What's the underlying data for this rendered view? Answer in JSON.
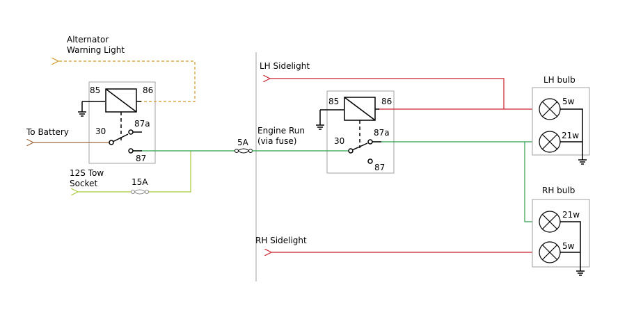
{
  "labels": {
    "alternator_line1": "Alternator",
    "alternator_line2": "Warning Light",
    "to_battery": "To Battery",
    "tow_socket_line1": "12S Tow",
    "tow_socket_line2": "Socket",
    "fuse_15a": "15A",
    "fuse_5a": "5A",
    "engine_run_line1": "Engine Run",
    "engine_run_line2": "(via fuse)",
    "lh_sidelight": "LH Sidelight",
    "rh_sidelight": "RH Sidelight",
    "lh_bulb": "LH bulb",
    "rh_bulb": "RH bulb"
  },
  "relay_left": {
    "pin85": "85",
    "pin86": "86",
    "pin30": "30",
    "pin87a": "87a",
    "pin87": "87"
  },
  "relay_right": {
    "pin85": "85",
    "pin86": "86",
    "pin30": "30",
    "pin87a": "87a",
    "pin87": "87"
  },
  "lh_bulb_ratings": {
    "top": "5w",
    "bottom": "21w"
  },
  "rh_bulb_ratings": {
    "top": "21w",
    "bottom": "5w"
  },
  "colors": {
    "brown": "#a06a40",
    "orange_dashed": "#d09a1e",
    "green": "#2e9e4a",
    "yellow_green": "#a8c83a",
    "red": "#c8202a",
    "gray_divider": "#a0a0a0"
  }
}
